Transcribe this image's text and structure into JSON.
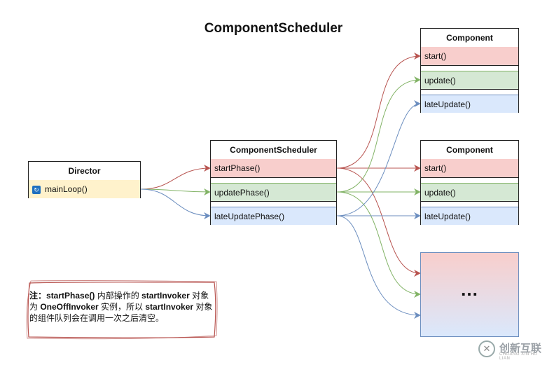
{
  "title": "ComponentScheduler",
  "director": {
    "header": "Director",
    "method": "mainLoop()",
    "method_icon": "refresh-icon"
  },
  "scheduler": {
    "header": "ComponentScheduler",
    "methods": [
      "startPhase()",
      "updatePhase()",
      "lateUpdatePhase()"
    ]
  },
  "component_top": {
    "header": "Component",
    "methods": [
      "start()",
      "update()",
      "lateUpdate()"
    ]
  },
  "component_mid": {
    "header": "Component",
    "methods": [
      "start()",
      "update()",
      "lateUpdate()"
    ]
  },
  "ellipsis_box": "...",
  "note": {
    "line1_prefix": "注：",
    "line1_bold": "startPhase()",
    "line1_mid": " 内部操作的 ",
    "line1_bold2": "startInvoker",
    "line1_suffix": " 对象",
    "line2_prefix": "为 ",
    "line2_bold": "OneOffInvoker",
    "line2_mid": " 实例，所以 ",
    "line2_bold2": "startInvoker",
    "line2_suffix": " 对象",
    "line3": "的组件队列会在调用一次之后清空。"
  },
  "watermark": {
    "text": "创新互联",
    "sub": "CHUANG XIN HU LIAN"
  },
  "colors": {
    "red_edge": "#b85450",
    "green_edge": "#82b366",
    "blue_edge": "#6c8ebf"
  }
}
